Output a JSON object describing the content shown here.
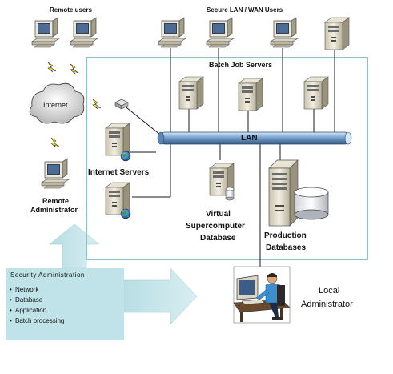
{
  "labels": {
    "remote_users": "Remote users",
    "secure_lan_wan_users": "Secure LAN / WAN Users",
    "batch_job_servers": "Batch Job Servers",
    "internet": "Internet",
    "lan": "LAN",
    "internet_servers": "Internet Servers",
    "remote_administrator_line1": "Remote",
    "remote_administrator_line2": "Administrator",
    "virtual_line1": "Virtual",
    "virtual_line2": "Supercomputer",
    "virtual_line3": "Database",
    "production_line1": "Production",
    "production_line2": "Databases",
    "local_admin_line1": "Local",
    "local_admin_line2": "Administrator"
  },
  "security_box": {
    "title": "Security Administration",
    "items": [
      "Network",
      "Database",
      "Application",
      "Batch processing"
    ]
  }
}
